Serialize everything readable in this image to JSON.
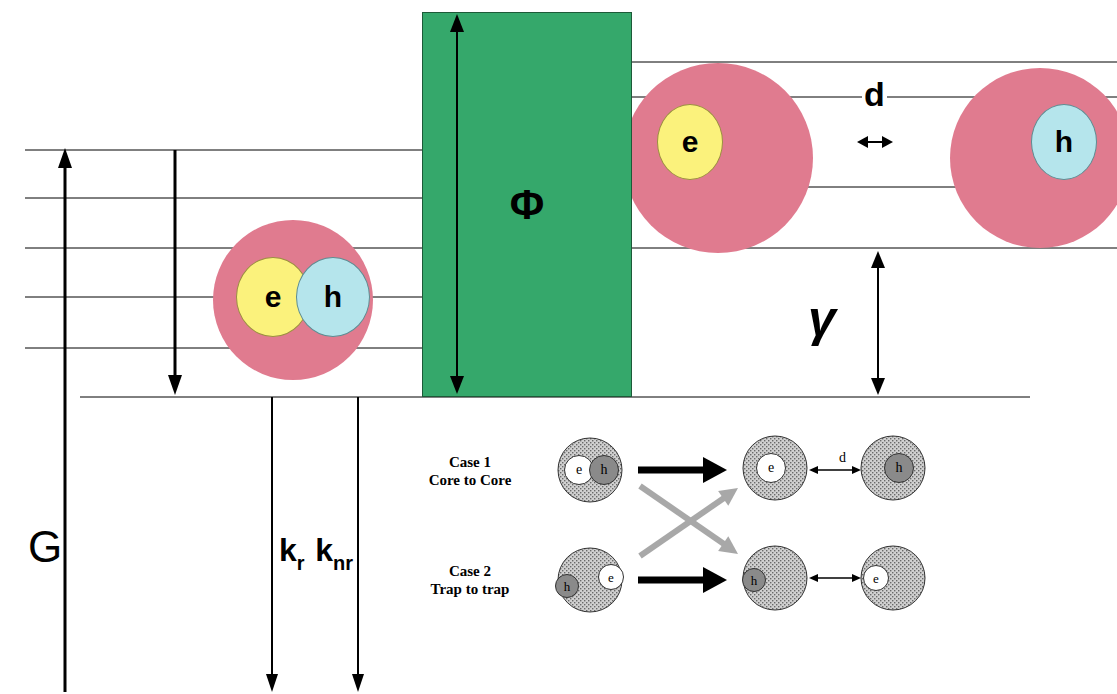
{
  "diagram": {
    "nodes": [
      {
        "text": [
          "Φ"
        ]
      },
      {
        "text": [
          "e"
        ]
      },
      {
        "text": [
          "h"
        ]
      },
      {
        "text": [
          "e"
        ]
      },
      {
        "text": [
          "h"
        ]
      },
      {
        "text": [
          "e"
        ]
      },
      {
        "text": [
          "h"
        ]
      },
      {
        "text": [
          "e"
        ]
      },
      {
        "text": [
          "h"
        ]
      },
      {
        "text": [
          "h"
        ]
      },
      {
        "text": [
          "e"
        ]
      },
      {
        "text": [
          "h"
        ]
      },
      {
        "text": [
          "e"
        ]
      }
    ],
    "labels": [
      "G",
      "k",
      "r",
      "k",
      "nr",
      "d",
      "γ",
      "Case 1",
      "Core to Core",
      "Case 2",
      "Trap to trap",
      "d"
    ]
  }
}
